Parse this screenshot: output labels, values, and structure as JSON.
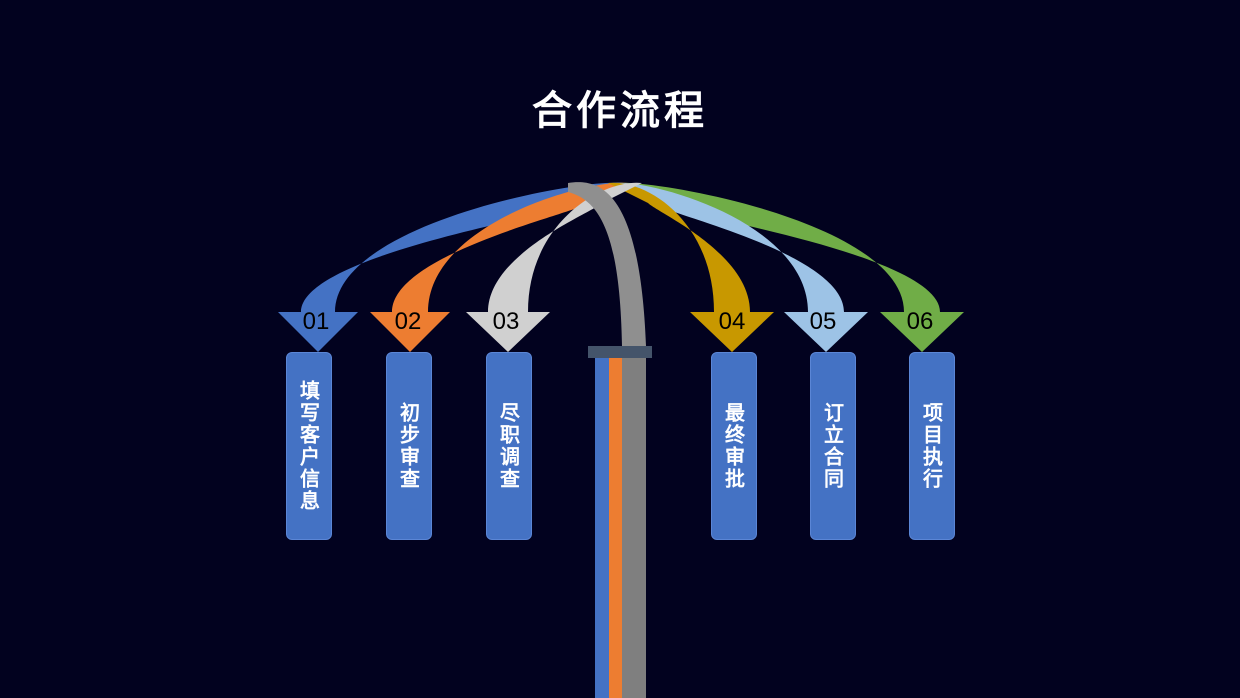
{
  "title": "合作流程",
  "steps": [
    {
      "number": "01",
      "label": "填写客户信息",
      "color": "#4472c4"
    },
    {
      "number": "02",
      "label": "初步审查",
      "color": "#ed7d31"
    },
    {
      "number": "03",
      "label": "尽职调查",
      "color": "#d0d0d0"
    },
    {
      "number": "04",
      "label": "最终审批",
      "color": "#c89800"
    },
    {
      "number": "05",
      "label": "订立合同",
      "color": "#9dc3e6"
    },
    {
      "number": "06",
      "label": "项目执行",
      "color": "#70ad47"
    }
  ],
  "colors": {
    "background": "#02021f",
    "box": "#4472c4",
    "stem_gray": "#7f7f7f",
    "collar": "#44546a"
  }
}
